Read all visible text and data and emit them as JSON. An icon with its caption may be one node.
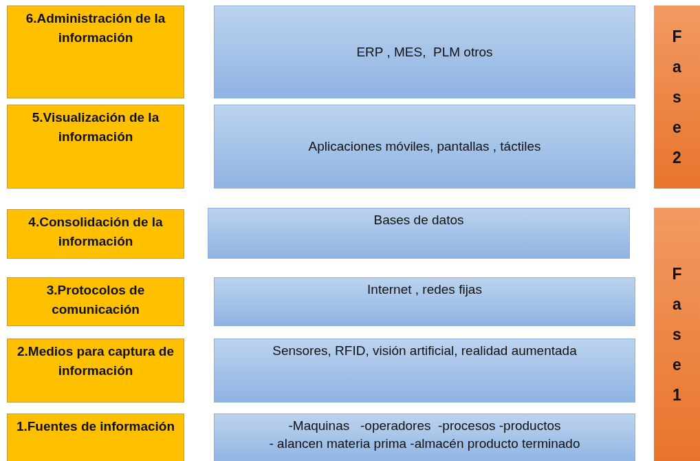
{
  "diagram": {
    "nodes": [
      {
        "text": [
          "6.Administración de la información"
        ]
      },
      {
        "text": [
          "ERP , MES,  PLM otros"
        ]
      },
      {
        "text": [
          "Fase 2"
        ]
      },
      {
        "text": [
          "5.Visualización de la información"
        ]
      },
      {
        "text": [
          "Aplicaciones móviles, pantallas , táctiles"
        ]
      },
      {
        "text": [
          "4.Consolidación de la información"
        ]
      },
      {
        "text": [
          "Bases de datos"
        ]
      },
      {
        "text": [
          "Fase 1"
        ]
      },
      {
        "text": [
          "3.Protocolos de comunicación"
        ]
      },
      {
        "text": [
          "Internet , redes fijas"
        ]
      },
      {
        "text": [
          "2.Medios para captura de información"
        ]
      },
      {
        "text": [
          "Sensores, RFID, visión artificial, realidad aumentada"
        ]
      },
      {
        "text": [
          "1.Fuentes de información"
        ]
      },
      {
        "text": [
          "-Maquinas   -operadores  -procesos -productos",
          "- alancen materia prima -almacén producto terminado"
        ]
      }
    ]
  }
}
